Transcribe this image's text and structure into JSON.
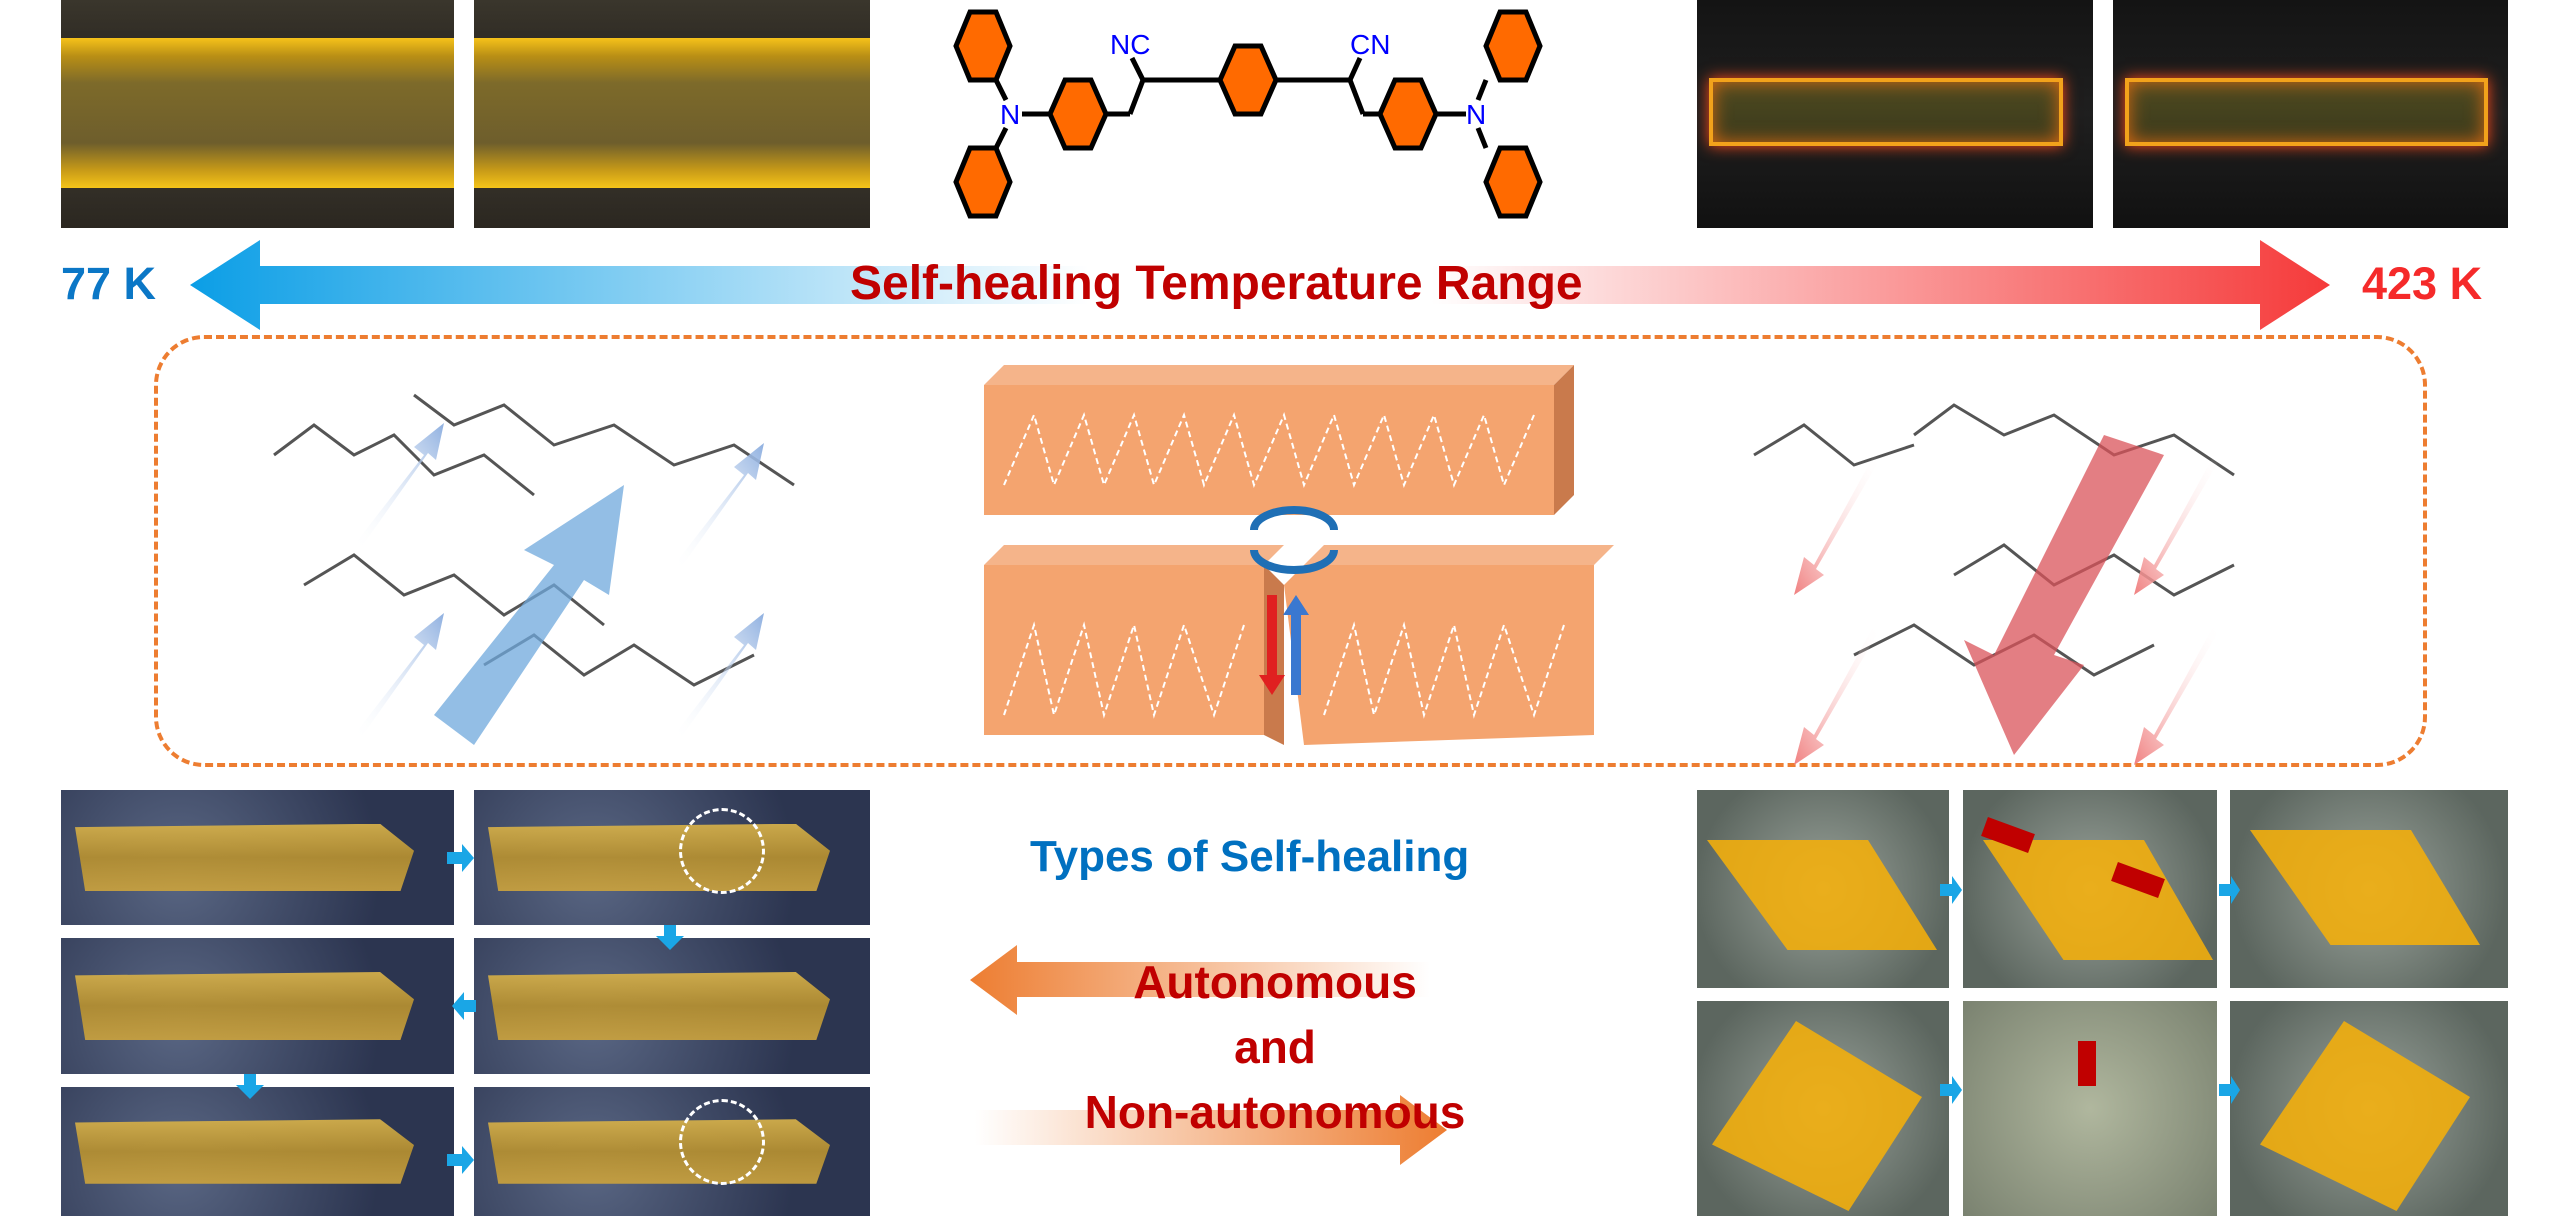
{
  "temperature_bar": {
    "low_label": "77 K",
    "high_label": "423 K",
    "title": "Self-healing Temperature Range",
    "low_color": "#0b9ee6",
    "high_color": "#f53a3a",
    "title_color": "#c00000"
  },
  "molecule": {
    "left_group": "NC",
    "right_group": "CN",
    "nitrogen_left": "N",
    "nitrogen_right": "N",
    "ring_color": "#ff6a00",
    "heteroatom_color": "#0000ff"
  },
  "types": {
    "heading": "Types of Self-healing",
    "autonomous": "Autonomous",
    "and": "and",
    "non_autonomous": "Non-autonomous",
    "heading_color": "#0070c0",
    "arrow_color": "#ed7d31"
  },
  "box": {
    "border_color": "#ed7d31"
  }
}
